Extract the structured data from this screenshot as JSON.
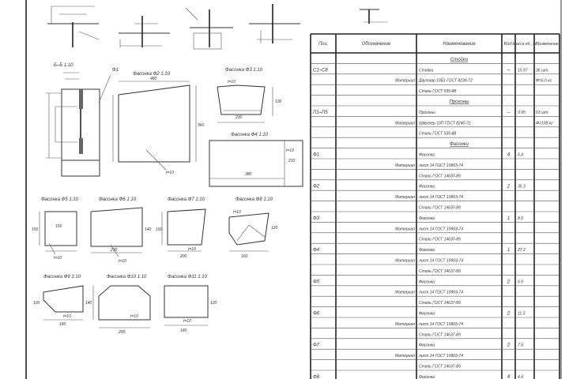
{
  "drawing": {
    "section_title": "Б–Б 1:10",
    "section_mark": "Ф1",
    "details": [
      {
        "id": "f2",
        "title": "Фасонка Ф2 1:10",
        "dim_w": "480",
        "dim_h": "360",
        "thickness": "t=10"
      },
      {
        "id": "f3",
        "title": "Фасонка Ф3 1:10",
        "dim_w": "230",
        "dim_h": "130",
        "thickness": "t=10"
      },
      {
        "id": "f4",
        "title": "Фасонка Ф4 1:10",
        "dim_w": "380",
        "dim_h": "210",
        "thickness": "t=10"
      },
      {
        "id": "f5",
        "title": "Фасонка Ф5 1:10",
        "dim_w": "150",
        "dim_h": "150",
        "thickness": "t=10"
      },
      {
        "id": "f6",
        "title": "Фасонка Ф6 1:10",
        "dim_w": "230",
        "dim_h": "140",
        "thickness": "t=10"
      },
      {
        "id": "f7",
        "title": "Фасонка Ф7 1:10",
        "dim_w": "200",
        "dim_h": "150",
        "thickness": "t=10"
      },
      {
        "id": "f8",
        "title": "Фасонка Ф8 1:10",
        "dim_w": "160",
        "dim_h": "120",
        "thickness": "t=10"
      },
      {
        "id": "f9",
        "title": "Фасонка Ф9 1:10",
        "dim_w": "180",
        "dim_h": "100",
        "thickness": "t=10"
      },
      {
        "id": "f10",
        "title": "Фасонка Ф10 1:10",
        "dim_w": "200",
        "dim_h": "140",
        "thickness": "t=10"
      },
      {
        "id": "f11",
        "title": "Фасонка Ф11 1:10",
        "dim_w": "180",
        "dim_h": "120",
        "thickness": "t=10"
      }
    ]
  },
  "table": {
    "headers": [
      "Поз.",
      "Обозначение",
      "Наименование",
      "Кол.",
      "Масса ед., кг",
      "Примечание"
    ],
    "rows": [
      {
        "section": "Стойки"
      },
      {
        "pos": "С1–С8",
        "name": "Стойки",
        "qty": "–",
        "mass": "15.97",
        "note": "36 шт."
      },
      {
        "desig": "Материал",
        "name": "Двутавр 10Б1 ГОСТ 8239-72",
        "note": "Ф=6,0 кг"
      },
      {
        "name": "Сталь ГОСТ 535-88"
      },
      {
        "section": "Прогоны"
      },
      {
        "pos": "П1–П5",
        "name": "Прогоны",
        "qty": "–",
        "mass": "9.95",
        "note": "63 шт."
      },
      {
        "desig": "Материал",
        "name": "Швеллер 10П ГОСТ 8240-72",
        "note": "Ф=108 кг"
      },
      {
        "name": "Сталь ГОСТ 535-88"
      },
      {
        "section": "Фасонки"
      },
      {
        "pos": "Ф1",
        "name": "Фасонка",
        "qty": "4",
        "mass": "6.4"
      },
      {
        "desig": "Материал",
        "name": "лист 14 ГОСТ 19903-74"
      },
      {
        "name": "Сталь ГОСТ 14637-89"
      },
      {
        "pos": "Ф2",
        "name": "Фасонка",
        "qty": "2",
        "mass": "35.3"
      },
      {
        "desig": "Материал",
        "name": "лист 14 ГОСТ 19903-74"
      },
      {
        "name": "Сталь ГОСТ 14637-89"
      },
      {
        "pos": "Ф3",
        "name": "Фасонка",
        "qty": "1",
        "mass": "8.9"
      },
      {
        "desig": "Материал",
        "name": "лист 14 ГОСТ 19903-74"
      },
      {
        "name": "Сталь ГОСТ 14637-89"
      },
      {
        "pos": "Ф4",
        "name": "Фасонка",
        "qty": "1",
        "mass": "27.2"
      },
      {
        "desig": "Материал",
        "name": "лист 14 ГОСТ 19903-74"
      },
      {
        "name": "Сталь ГОСТ 14637-89"
      },
      {
        "pos": "Ф5",
        "name": "Фасонка",
        "qty": "2",
        "mass": "6.9"
      },
      {
        "desig": "Материал",
        "name": "лист 14 ГОСТ 19903-74"
      },
      {
        "name": "Сталь ГОСТ 14637-89"
      },
      {
        "pos": "Ф6",
        "name": "Фасонка",
        "qty": "2",
        "mass": "11.3"
      },
      {
        "desig": "Материал",
        "name": "лист 14 ГОСТ 19903-74"
      },
      {
        "name": "Сталь ГОСТ 14637-89"
      },
      {
        "pos": "Ф7",
        "name": "Фасонка",
        "qty": "2",
        "mass": "7.5"
      },
      {
        "desig": "Материал",
        "name": "лист 14 ГОСТ 19903-74"
      },
      {
        "name": "Сталь ГОСТ 14637-89"
      },
      {
        "pos": "Ф8",
        "name": "Фасонка",
        "qty": "4",
        "mass": "4.4"
      }
    ]
  }
}
